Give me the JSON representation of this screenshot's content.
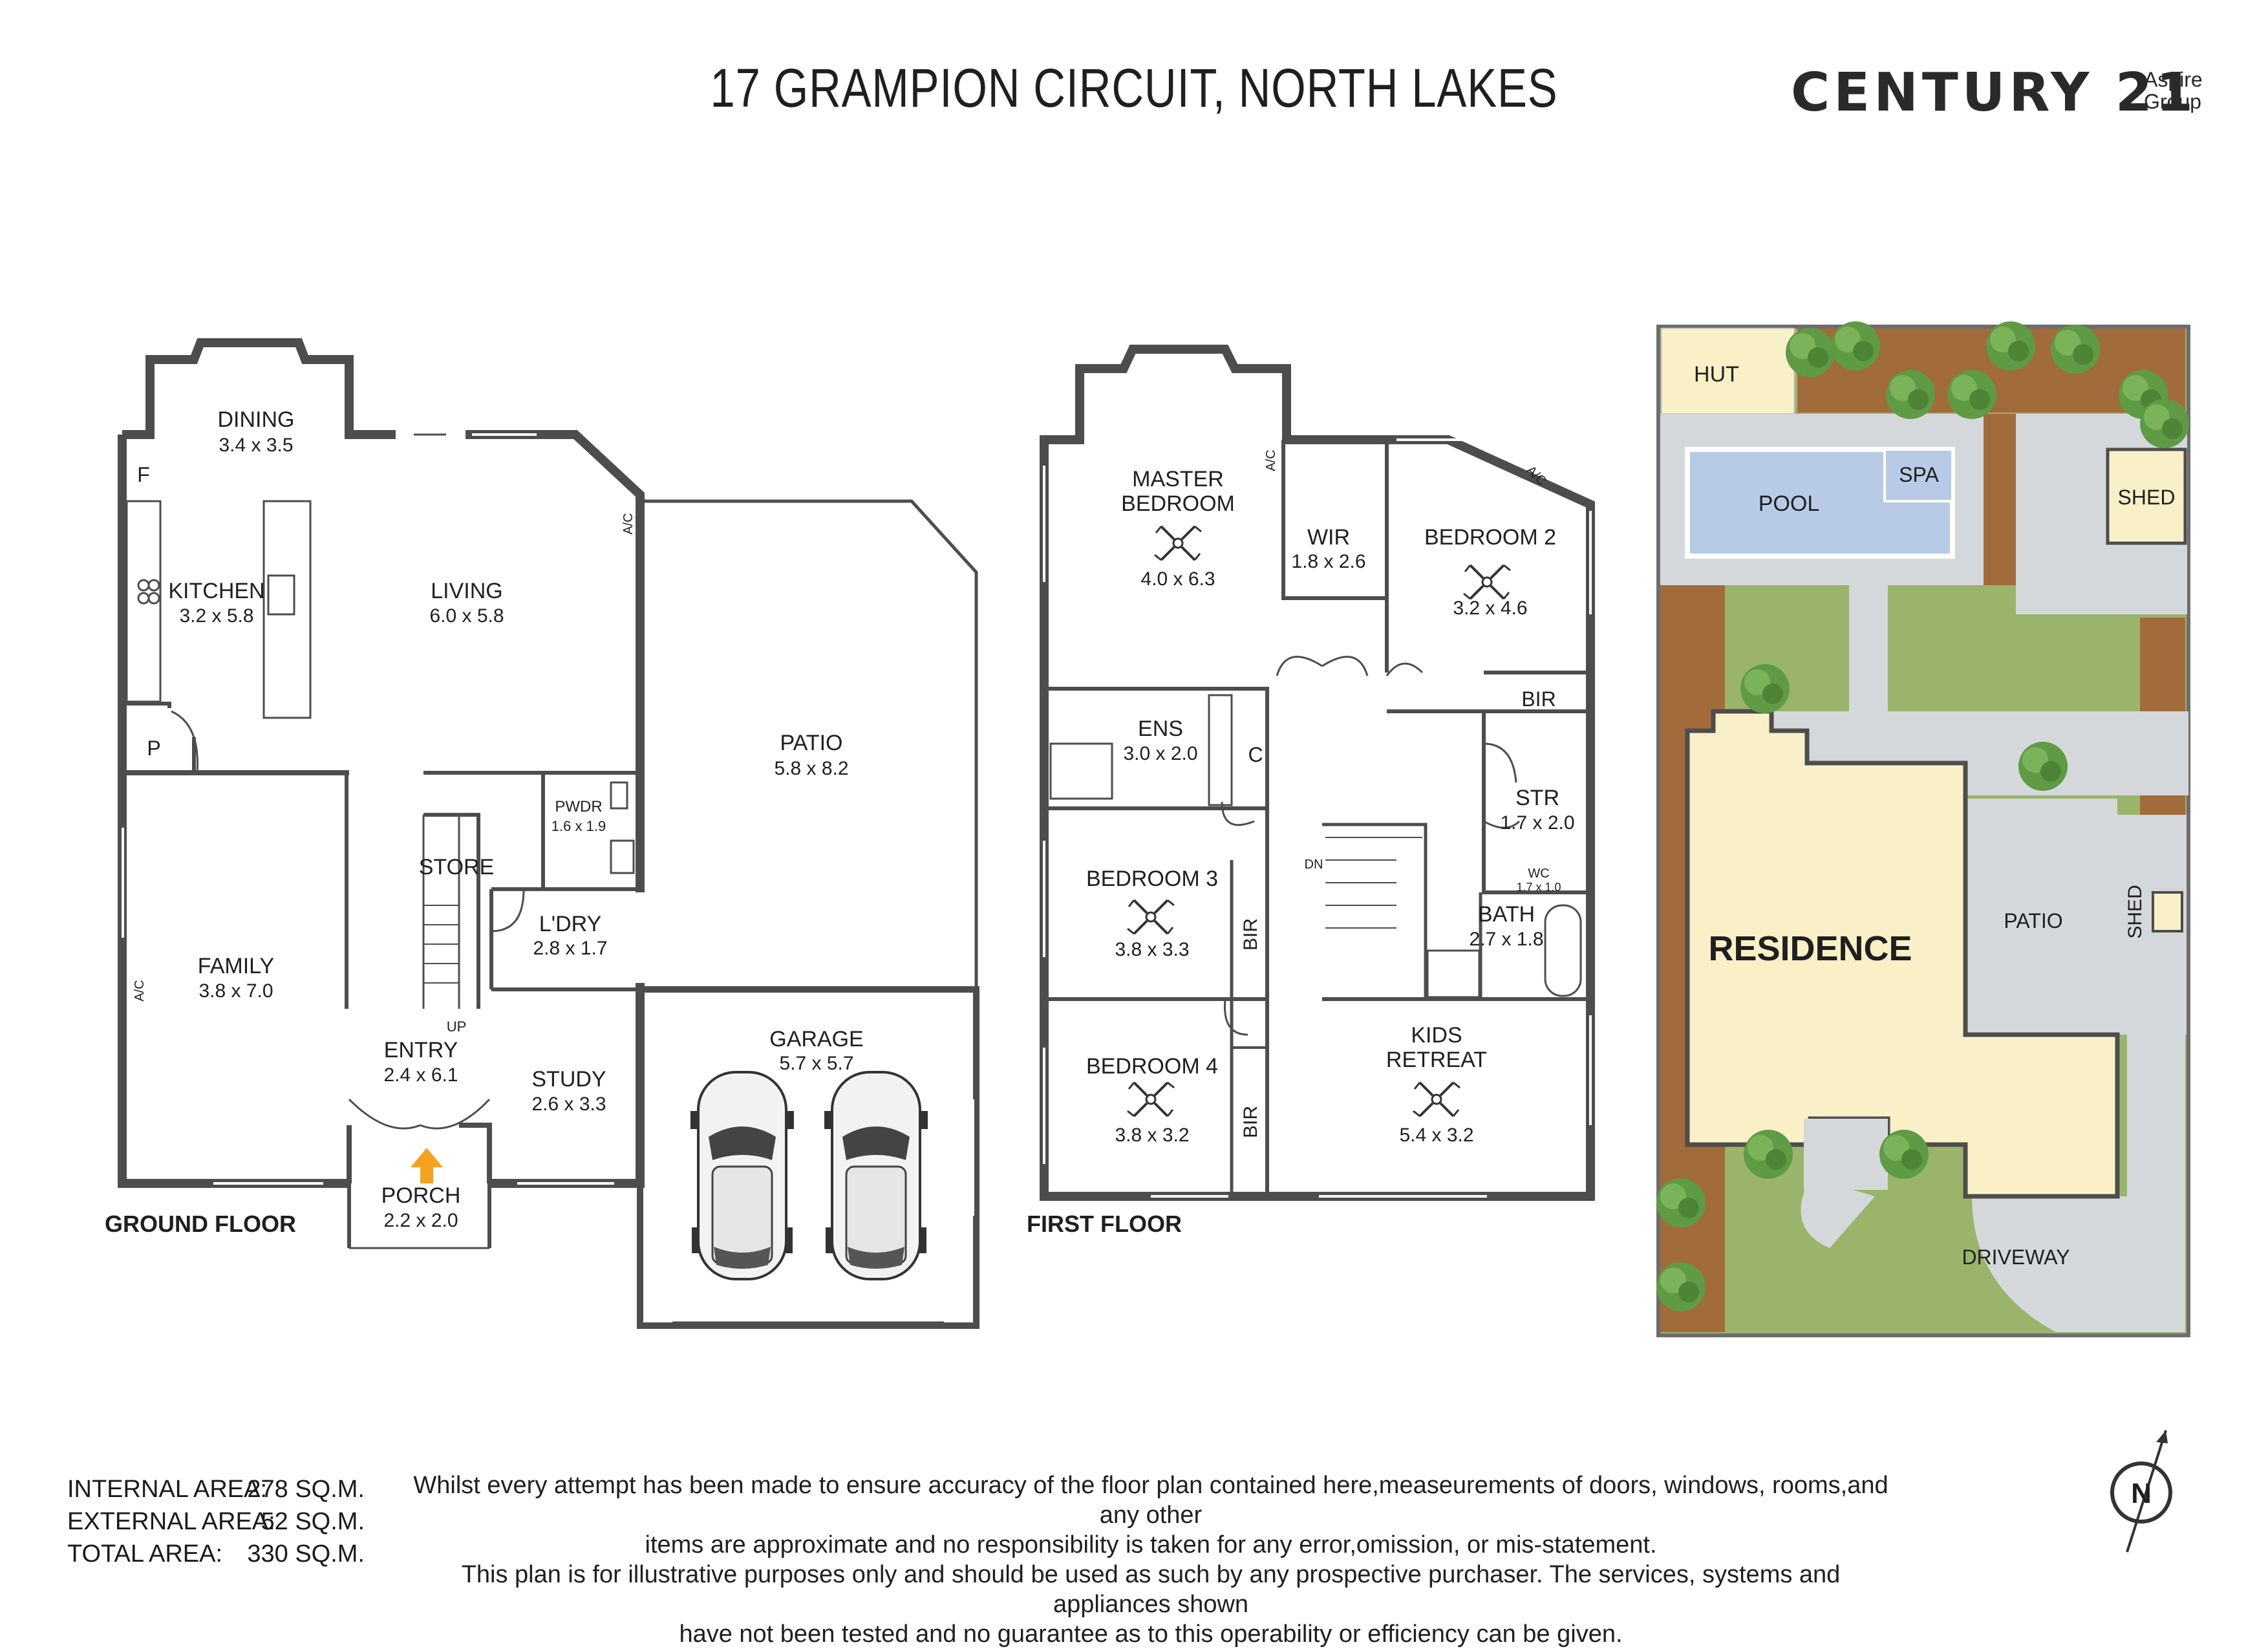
{
  "header": {
    "title": "17 GRAMPION CIRCUIT, NORTH LAKES",
    "brand_name": "CENTURY 21",
    "brand_sub_1": "Aspire",
    "brand_sub_2": "Group",
    "brand_reg": "®"
  },
  "ground_floor": {
    "caption": "GROUND FLOOR",
    "rooms": {
      "dining": {
        "name": "DINING",
        "size": "3.4 x 3.5"
      },
      "kitchen": {
        "name": "KITCHEN",
        "size": "3.2 x 5.8"
      },
      "living": {
        "name": "LIVING",
        "size": "6.0 x 5.8"
      },
      "patio": {
        "name": "PATIO",
        "size": "5.8 x 8.2"
      },
      "family": {
        "name": "FAMILY",
        "size": "3.8 x 7.0"
      },
      "pwdr": {
        "name": "PWDR",
        "size": "1.6 x 1.9"
      },
      "store": {
        "name": "STORE"
      },
      "laundry": {
        "name": "L'DRY",
        "size": "2.8 x 1.7"
      },
      "entry": {
        "name": "ENTRY",
        "size": "2.4 x 6.1"
      },
      "study": {
        "name": "STUDY",
        "size": "2.6 x 3.3"
      },
      "porch": {
        "name": "PORCH",
        "size": "2.2 x 2.0"
      },
      "garage": {
        "name": "GARAGE",
        "size": "5.7 x 5.7"
      }
    },
    "marks": {
      "fridge": "F",
      "pantry": "P",
      "ac1": "A/C",
      "ac2": "A/C",
      "stairs_up": "UP"
    }
  },
  "first_floor": {
    "caption": "FIRST FLOOR",
    "rooms": {
      "master": {
        "name_1": "MASTER",
        "name_2": "BEDROOM",
        "size": "4.0 x 6.3"
      },
      "wir": {
        "name": "WIR",
        "size": "1.8 x 2.6"
      },
      "bed2": {
        "name": "BEDROOM 2",
        "size": "3.2 x 4.6"
      },
      "ens": {
        "name": "ENS",
        "size": "3.0 x 2.0"
      },
      "str": {
        "name": "STR",
        "size": "1.7 x 2.0"
      },
      "wc": {
        "name": "WC",
        "size": "1.7 x 1.0"
      },
      "bath": {
        "name": "BATH",
        "size": "2.7 x 1.8"
      },
      "bed3": {
        "name": "BEDROOM 3",
        "size": "3.8 x 3.3"
      },
      "bed4": {
        "name": "BEDROOM 4",
        "size": "3.8 x 3.2"
      },
      "kids": {
        "name_1": "KIDS",
        "name_2": "RETREAT",
        "size": "5.4 x 3.2"
      }
    },
    "marks": {
      "bir_top": "BIR",
      "bir_b3": "BIR",
      "bir_b4": "BIR",
      "c": "C",
      "dn": "DN",
      "ac1": "A/C",
      "ac2": "A/C"
    }
  },
  "site": {
    "labels": {
      "hut": "HUT",
      "pool": "POOL",
      "spa": "SPA",
      "shed1": "SHED",
      "residence": "RESIDENCE",
      "patio": "PATIO",
      "shed2": "SHED",
      "driveway": "DRIVEWAY"
    }
  },
  "areas": [
    {
      "label": "INTERNAL AREA:",
      "value": "278 SQ.M."
    },
    {
      "label": "EXTERNAL AREA:",
      "value": "52 SQ.M."
    },
    {
      "label": "TOTAL AREA:",
      "value": "330 SQ.M."
    }
  ],
  "disclaimer": [
    "Whilst every attempt has been made to ensure accuracy of the floor plan contained here,measeurements of doors, windows, rooms,and any other",
    "items are approximate  and no responsibility is taken for any error,omission, or mis-statement.",
    "This plan is for illustrative purposes only and should be used as such by any prospective purchaser. The services, systems and appliances shown",
    "have not been tested and no guarantee as to this operability or efficiency can be given."
  ],
  "compass": {
    "label": "N"
  },
  "colors": {
    "wall": "#4d4d4d",
    "lawn": "#9bb46b",
    "garden_bed": "#a26b3c",
    "paving": "#d4d8db",
    "residence": "#faf0c8",
    "hut": "#faf0c8",
    "pool": "#b7cbe6",
    "tree": "#5f9a45",
    "porch_arrow": "#f4a321"
  }
}
